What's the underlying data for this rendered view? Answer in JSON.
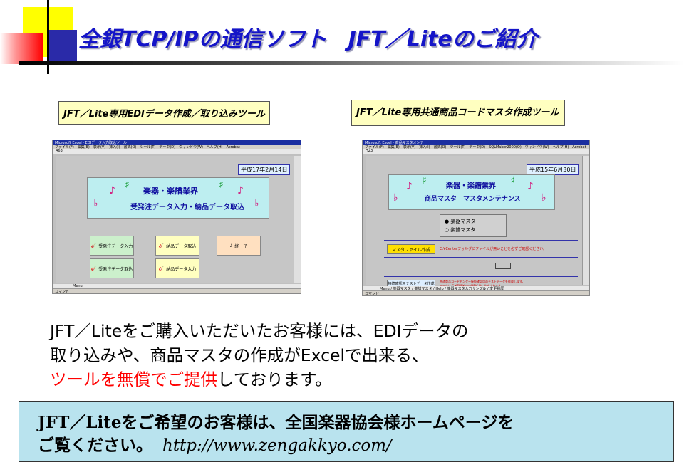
{
  "header": {
    "title": "全銀TCP/IPの通信ソフト　JFT／Liteのご紹介"
  },
  "left_panel": {
    "caption": "JFT／Lite専用EDIデータ作成／取り込みツール",
    "window_title": "Microsoft Excel - EDIデータ入力取込ツール",
    "menu": "ファイル(F)　編集(E)　表示(V)　挿入(I)　書式(O)　ツール(T)　データ(D)　ウィンドウ(W)　ヘルプ(H)　Acrobat",
    "cell_ref": "A63",
    "date": "平成17年2月14日",
    "banner_line1": "楽器・楽譜業界",
    "banner_line2": "受発注データ入力・納品データ取込",
    "buttons": {
      "order_input": "受発注データ入力",
      "delivery_import": "納品データ取込",
      "exit": "終　了",
      "order_import": "受発注データ取込",
      "delivery_input": "納品データ入力"
    },
    "sheet_tab": "Menu",
    "status": "コマンド"
  },
  "right_panel": {
    "caption": "JFT／Lite専用共通商品コードマスタ作成ツール",
    "window_title": "Microsoft Excel - 商品マスタメンテ",
    "menu": "ファイル(F)　編集(E)　表示(V)　挿入(I)　書式(O)　ツール(T)　データ(D)　SQLMaker2000(Q)　ウィンドウ(W)　ヘルプ(H)　Acrobat",
    "cell_ref": "H23",
    "date": "平成15年6月30日",
    "banner_line1": "楽器・楽譜業界",
    "banner_line2": "商品マスタ　マスタメンテナンス",
    "radio1": "楽器マスタ",
    "radio2": "楽譜マスタ",
    "master_button": "マスタファイル作成",
    "master_note": "C:¥Centerフォルダにファイルが無いことを必ずご確認ください。",
    "test_button": "接続確認用テストデータ作成",
    "test_note1": "共通商品コードセンター接続確認用のテストデータを作成します。",
    "test_note2": "データは C:¥TMP¥ 内のMPIC.Dに作成されます。",
    "sheet_tabs": "Menu / 楽器マスタ / 楽譜マスタ / Help / 楽器マスタ入力サンプル / 変更履歴",
    "status": "コマンド"
  },
  "body": {
    "line1": "JFT／Liteをご購入いただいたお客様には、EDIデータの",
    "line2": "取り込みや、商品マスタの作成がExcelで出来る、",
    "line3_red": "ツールを無償でご提供",
    "line3_rest": "しております。"
  },
  "info_box": {
    "line1": "JFT／Liteをご希望のお客様は、全国楽器協会様ホームページを",
    "line2": "ご覧ください。",
    "url": "http://www.zengakkyo.com/"
  },
  "colors": {
    "title": "#1515c8",
    "caption_bg": "#ffffc0",
    "info_bg": "#b9e3ee",
    "accent_red": "#ff0000"
  }
}
